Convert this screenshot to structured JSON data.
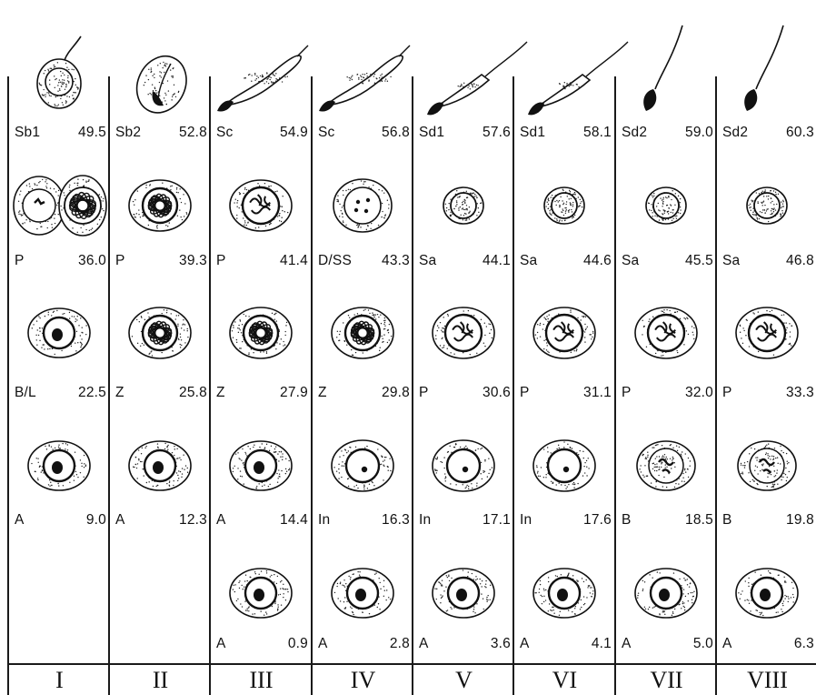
{
  "stages": [
    {
      "numeral": "I",
      "cells": [
        [
          "Sb1",
          "49.5"
        ],
        [
          "P",
          "36.0"
        ],
        [
          "B/L",
          "22.5"
        ],
        [
          "A",
          "9.0"
        ],
        null
      ]
    },
    {
      "numeral": "II",
      "cells": [
        [
          "Sb2",
          "52.8"
        ],
        [
          "P",
          "39.3"
        ],
        [
          "Z",
          "25.8"
        ],
        [
          "A",
          "12.3"
        ],
        null
      ]
    },
    {
      "numeral": "III",
      "cells": [
        [
          "Sc",
          "54.9"
        ],
        [
          "P",
          "41.4"
        ],
        [
          "Z",
          "27.9"
        ],
        [
          "A",
          "14.4"
        ],
        [
          "A",
          "0.9"
        ]
      ]
    },
    {
      "numeral": "IV",
      "cells": [
        [
          "Sc",
          "56.8"
        ],
        [
          "D/SS",
          "43.3"
        ],
        [
          "Z",
          "29.8"
        ],
        [
          "In",
          "16.3"
        ],
        [
          "A",
          "2.8"
        ]
      ]
    },
    {
      "numeral": "V",
      "cells": [
        [
          "Sd1",
          "57.6"
        ],
        [
          "Sa",
          "44.1"
        ],
        [
          "P",
          "30.6"
        ],
        [
          "In",
          "17.1"
        ],
        [
          "A",
          "3.6"
        ]
      ]
    },
    {
      "numeral": "VI",
      "cells": [
        [
          "Sd1",
          "58.1"
        ],
        [
          "Sa",
          "44.6"
        ],
        [
          "P",
          "31.1"
        ],
        [
          "In",
          "17.6"
        ],
        [
          "A",
          "4.1"
        ]
      ]
    },
    {
      "numeral": "VII",
      "cells": [
        [
          "Sd2",
          "59.0"
        ],
        [
          "Sa",
          "45.5"
        ],
        [
          "P",
          "32.0"
        ],
        [
          "B",
          "18.5"
        ],
        [
          "A",
          "5.0"
        ]
      ]
    },
    {
      "numeral": "VIII",
      "cells": [
        [
          "Sd2",
          "60.3"
        ],
        [
          "Sa",
          "46.8"
        ],
        [
          "P",
          "33.3"
        ],
        [
          "B",
          "19.8"
        ],
        [
          "A",
          "6.3"
        ]
      ]
    }
  ],
  "drawings": {
    "stage-I": [
      "round-spermatid",
      "b-l-spermatocyte-pair",
      "dark-nucleus-cell-large",
      "dark-nucleus-cell-large",
      "none"
    ],
    "stage-II": [
      "cap-spermatid",
      "zygotene-cell",
      "zygotene-cell",
      "dark-nucleus-cell-large",
      "none"
    ],
    "stage-III": [
      "elongating-spermatid",
      "pachytene-cell",
      "zygotene-cell",
      "dark-nucleus-cell-large",
      "dark-nucleus-cell-large"
    ],
    "stage-IV": [
      "elongating-spermatid",
      "diakinesis-cell",
      "zygotene-cell",
      "intermediate-cell",
      "dark-nucleus-cell-large"
    ],
    "stage-V": [
      "condensing-spermatid",
      "round-spermatid-small",
      "pachytene-cell",
      "intermediate-cell",
      "dark-nucleus-cell-large"
    ],
    "stage-VI": [
      "condensing-spermatid",
      "round-spermatid-small",
      "pachytene-cell",
      "intermediate-cell",
      "dark-nucleus-cell-large"
    ],
    "stage-VII": [
      "mature-spermatid",
      "round-spermatid-small",
      "pachytene-cell",
      "type-b-cell",
      "dark-nucleus-cell-large"
    ],
    "stage-VIII": [
      "mature-spermatid",
      "round-spermatid-small",
      "pachytene-cell",
      "type-b-cell",
      "dark-nucleus-cell-large"
    ]
  }
}
